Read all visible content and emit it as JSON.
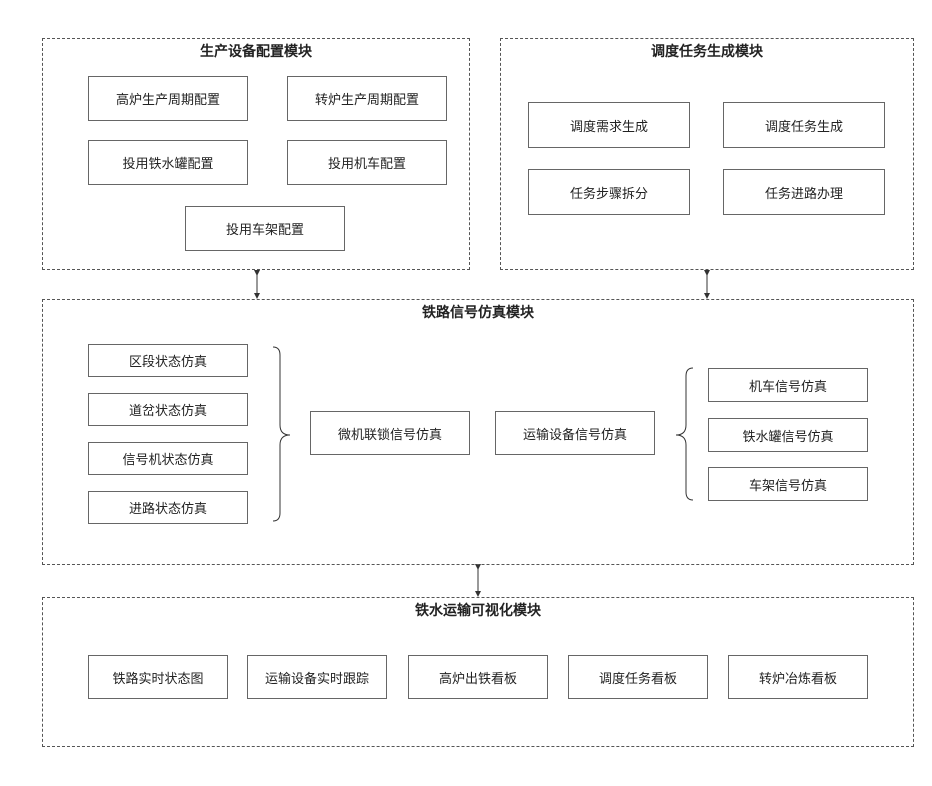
{
  "modules": {
    "production": {
      "title": "生产设备配置模块",
      "items": [
        "高炉生产周期配置",
        "转炉生产周期配置",
        "投用铁水罐配置",
        "投用机车配置",
        "投用车架配置"
      ]
    },
    "dispatch": {
      "title": "调度任务生成模块",
      "items": [
        "调度需求生成",
        "调度任务生成",
        "任务步骤拆分",
        "任务进路办理"
      ]
    },
    "railway": {
      "title": "铁路信号仿真模块",
      "left_items": [
        "区段状态仿真",
        "道岔状态仿真",
        "信号机状态仿真",
        "进路状态仿真"
      ],
      "center_items": [
        "微机联锁信号仿真",
        "运输设备信号仿真"
      ],
      "right_items": [
        "机车信号仿真",
        "铁水罐信号仿真",
        "车架信号仿真"
      ]
    },
    "visual": {
      "title": "铁水运输可视化模块",
      "items": [
        "铁路实时状态图",
        "运输设备实时跟踪",
        "高炉出铁看板",
        "调度任务看板",
        "转炉冶炼看板"
      ]
    }
  }
}
